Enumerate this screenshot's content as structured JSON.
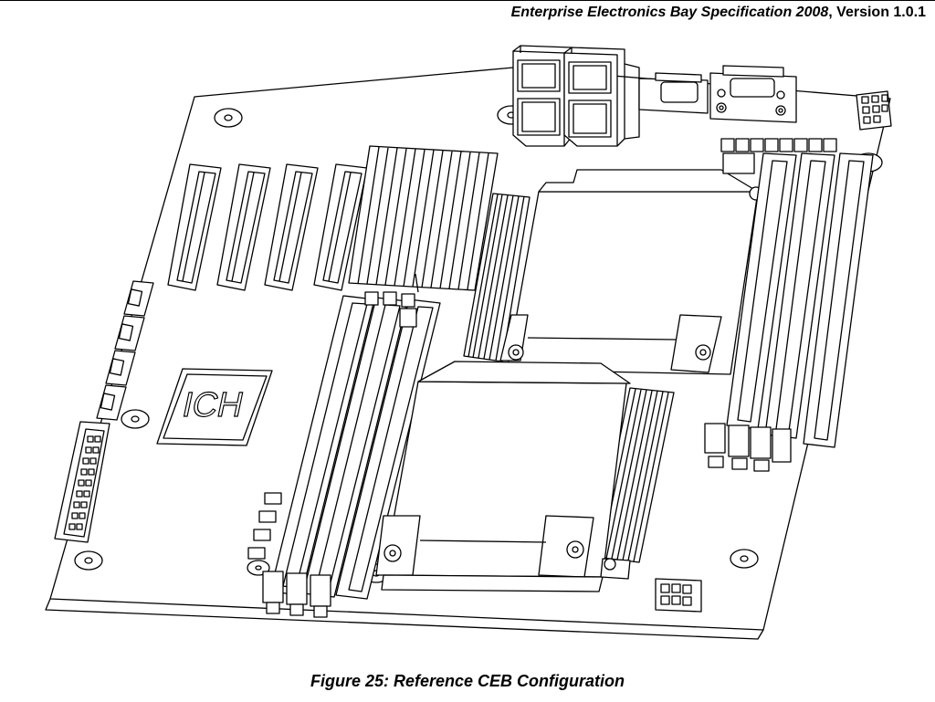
{
  "header": {
    "spec_title": "Enterprise Electronics Bay Specification 2008",
    "version": ", Version 1.0.1"
  },
  "figure": {
    "ich_label": "ICH"
  },
  "caption": "Figure 25:  Reference CEB Configuration"
}
